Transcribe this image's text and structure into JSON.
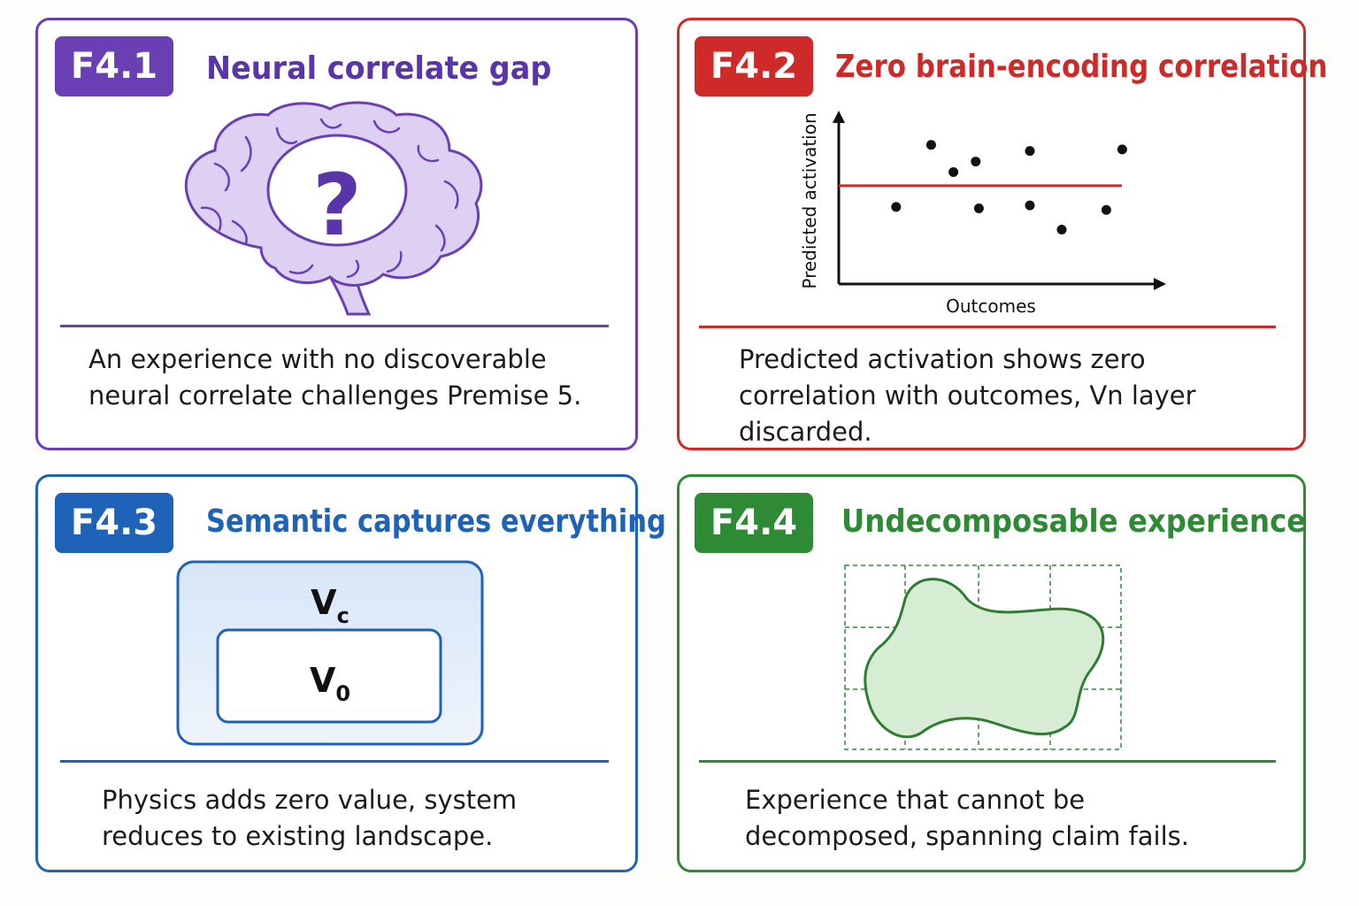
{
  "colors": {
    "purple": "#6a3fb4",
    "red": "#cf2a2a",
    "blue": "#1f63b8",
    "green": "#2e8a35",
    "brain_fill": "#ddd0f3",
    "green_fill": "#d6ecd3",
    "blue_fill": "#e3eefb"
  },
  "cards": [
    {
      "id": "F4.1",
      "badge": "F4.1",
      "title": "Neural correlate gap",
      "illustration": "brain-question-icon",
      "description_lines": [
        "An experience with no discoverable",
        "neural correlate challenges Premise 5."
      ]
    },
    {
      "id": "F4.2",
      "badge": "F4.2",
      "title": "Zero brain-encoding correlation",
      "illustration": "scatter-plot",
      "description_lines": [
        "Predicted activation shows zero",
        "correlation with outcomes, Vn layer",
        "discarded."
      ],
      "chart": {
        "ylabel": "Predicted activation",
        "xlabel": "Outcomes"
      }
    },
    {
      "id": "F4.3",
      "badge": "F4.3",
      "title": "Semantic captures everything",
      "illustration": "nested-boxes",
      "outer_label": "V",
      "outer_sub": "c",
      "inner_label": "V",
      "inner_sub": "0",
      "description_lines": [
        "Physics adds zero value, system",
        "reduces to existing landscape."
      ]
    },
    {
      "id": "F4.4",
      "badge": "F4.4",
      "title": "Undecomposable experience",
      "illustration": "blob-on-grid",
      "description_lines": [
        "Experience that cannot be",
        "decomposed, spanning claim fails."
      ]
    }
  ],
  "chart_data": {
    "type": "scatter",
    "title": "",
    "xlabel": "Outcomes",
    "ylabel": "Predicted activation",
    "x": [
      1.8,
      2.9,
      3.6,
      4.3,
      4.4,
      6.0,
      6.0,
      7.0,
      8.4,
      8.9
    ],
    "y": [
      5.1,
      9.2,
      7.4,
      8.1,
      5.0,
      8.8,
      5.2,
      3.6,
      4.9,
      8.9
    ],
    "reference_line": {
      "orientation": "horizontal",
      "y": 6.5,
      "color": "#cf2a2a"
    },
    "xlim": [
      0,
      10
    ],
    "ylim": [
      0,
      11
    ],
    "grid": false,
    "axis_ticks": false
  }
}
